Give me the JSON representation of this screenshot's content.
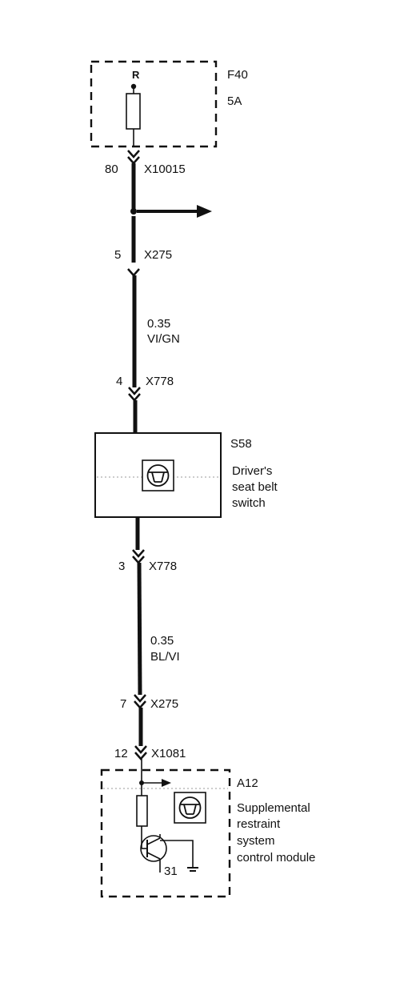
{
  "fuse": {
    "id": "F40",
    "rating": "5A",
    "supply": "R"
  },
  "connectors": {
    "c1": {
      "pin": "80",
      "name": "X10015"
    },
    "c2": {
      "pin": "5",
      "name": "X275"
    },
    "c3": {
      "pin": "4",
      "name": "X778"
    },
    "c4": {
      "pin": "3",
      "name": "X778"
    },
    "c5": {
      "pin": "7",
      "name": "X275"
    },
    "c6": {
      "pin": "12",
      "name": "X1081"
    }
  },
  "wires": {
    "w1": {
      "size": "0.35",
      "color": "VI/GN"
    },
    "w2": {
      "size": "0.35",
      "color": "BL/VI"
    }
  },
  "switch": {
    "id": "S58",
    "desc": [
      "Driver's",
      "seat belt",
      "switch"
    ]
  },
  "module": {
    "id": "A12",
    "desc": [
      "Supplemental",
      "restraint",
      "system",
      "control module"
    ],
    "ground_pin": "31"
  }
}
